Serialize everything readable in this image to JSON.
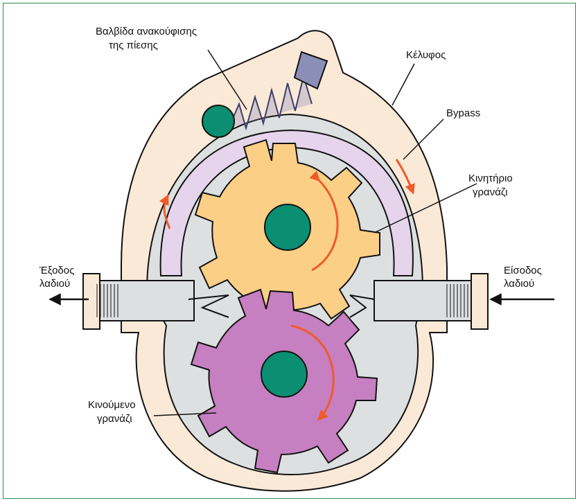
{
  "labels": {
    "relief_valve_line1": "Βαλβίδα ανακούφισης",
    "relief_valve_line2": "της πίεσης",
    "housing": "Κέλυφος",
    "bypass": "Bypass",
    "drive_gear_line1": "Κινητήριο",
    "drive_gear_line2": "γρανάζι",
    "outlet_line1": "Έξοδος",
    "outlet_line2": "λαδιού",
    "inlet_line1": "Είσοδος",
    "inlet_line2": "λαδιού",
    "driven_gear_line1": "Κινούμενο",
    "driven_gear_line2": "γρανάζι"
  },
  "colors": {
    "frame": "#2e8b4f",
    "housing": "#fbe9d7",
    "cavity": "#dde0e1",
    "bypass": "#e6d4ec",
    "drive_gear": "#fccf86",
    "driven_gear": "#c67fc1",
    "hub": "#0a8f72",
    "spring": "#8b8fb8",
    "arrow": "#f05a28",
    "ball": "#0a8f72"
  }
}
